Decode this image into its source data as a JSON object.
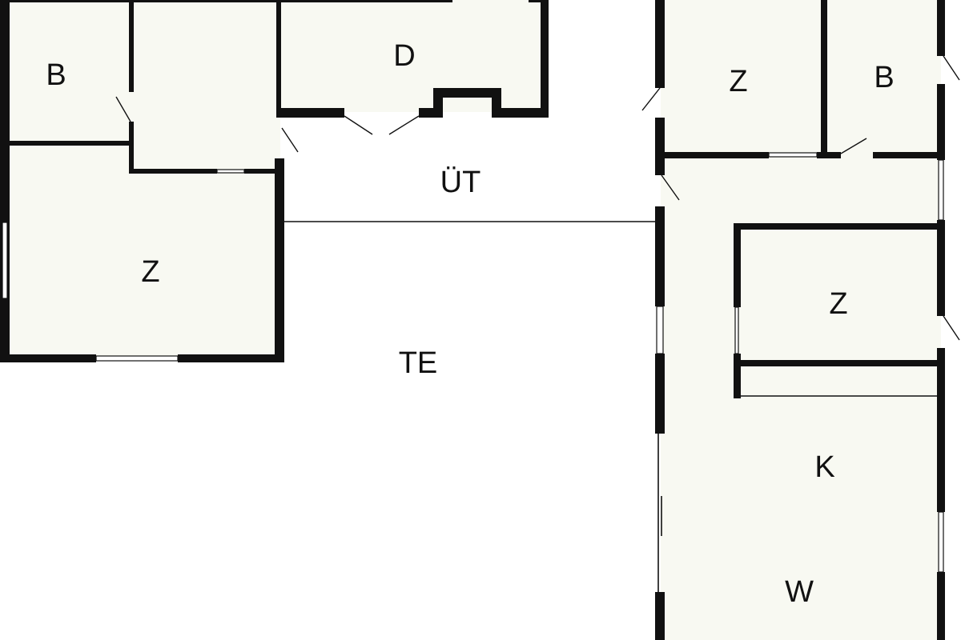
{
  "plan": {
    "rooms": {
      "bath_left": "B",
      "room_left_bottom": "Z",
      "storage_top": "D",
      "hall": "ÜT",
      "terrace": "TE",
      "room_right_top": "Z",
      "bath_right": "B",
      "room_right_mid": "Z",
      "kitchen": "K",
      "living": "W"
    },
    "colors": {
      "room_fill": "#f8f9f2",
      "wall": "#111111",
      "background": "#ffffff"
    }
  }
}
